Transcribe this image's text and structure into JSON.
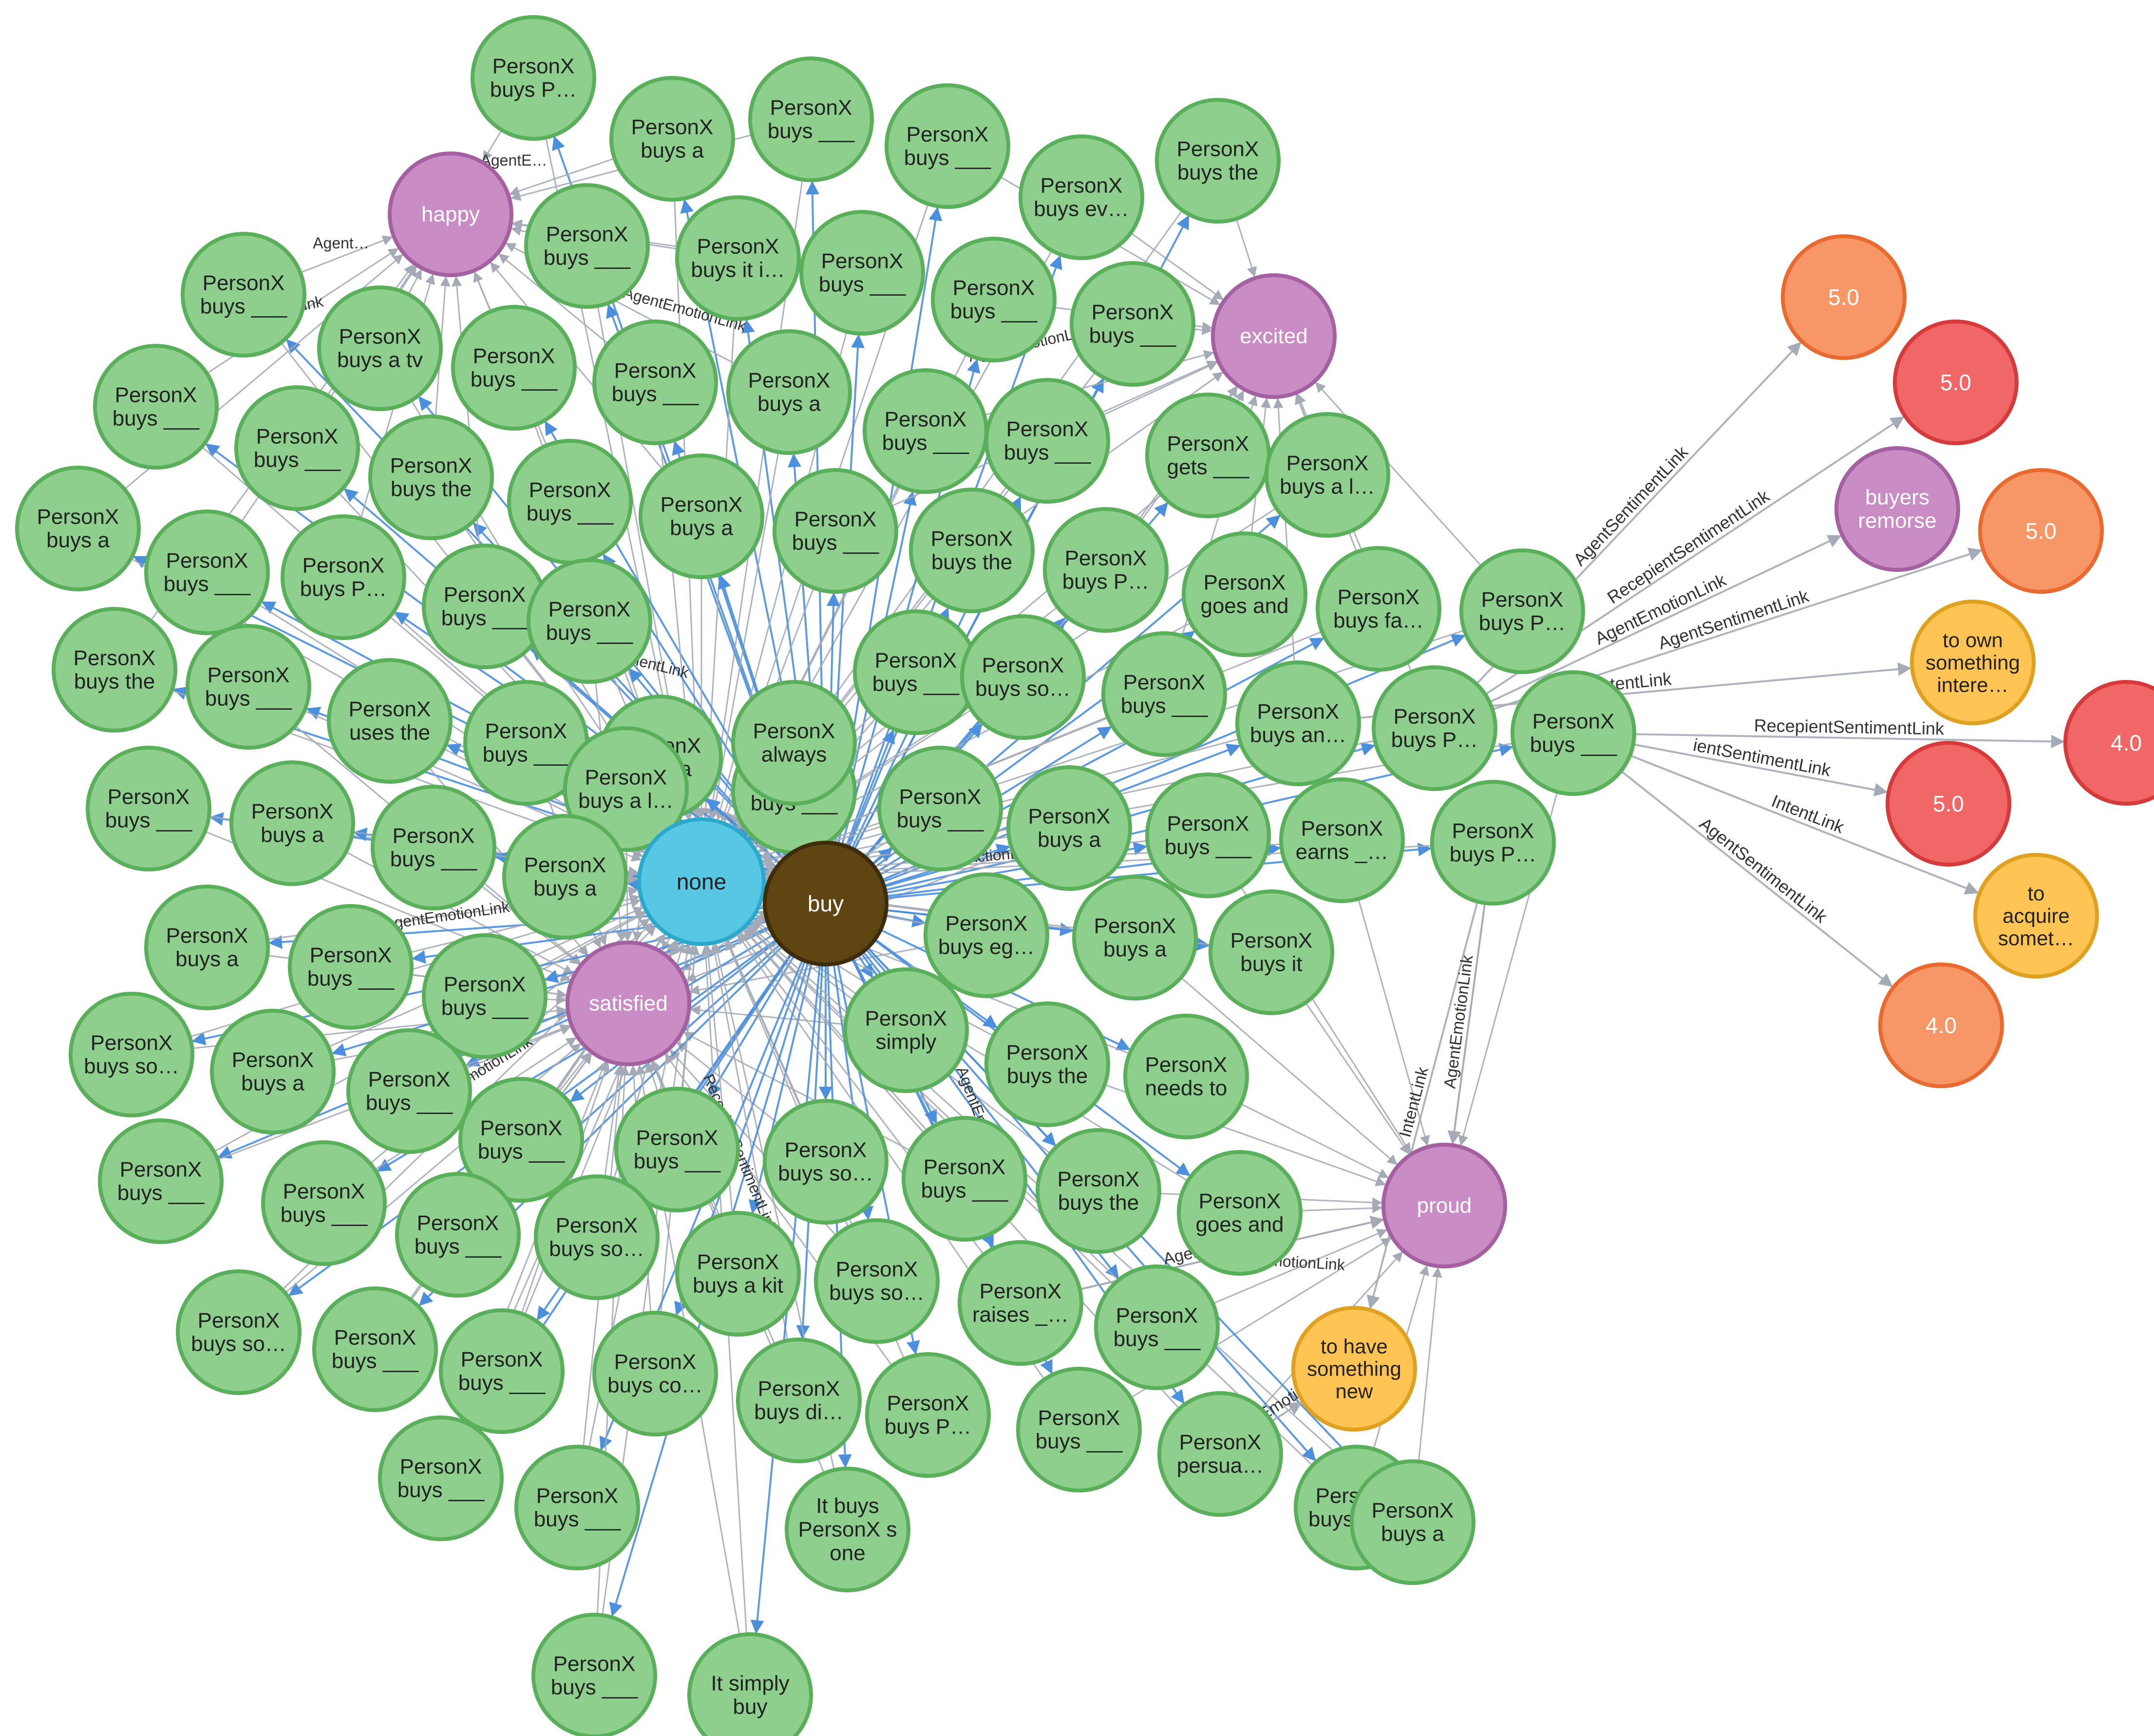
{
  "colors": {
    "event": "#8ecf8e",
    "event_border": "#5ab05a",
    "emotion": "#c98cc4",
    "emotion_border": "#a460a0",
    "hub_none": "#57c7e3",
    "hub_none_border": "#2aa9cc",
    "hub_buy": "#5e4512",
    "hub_buy_border": "#3e2d0a",
    "intent": "#ffc454",
    "intent_border": "#e0a020",
    "score_orange": "#f79767",
    "score_orange_border": "#e86a30",
    "score_red": "#f16667",
    "score_red_border": "#d63b3c",
    "edge_blue": "#4c8fdc",
    "edge_gray": "#a5abb6"
  },
  "hubs": {
    "none": "none",
    "buy": "buy"
  },
  "emotions": {
    "happy": "happy",
    "excited": "excited",
    "satisfied": "satisfied",
    "proud": "proud",
    "buyers_remorse": [
      "buyers",
      "remorse"
    ]
  },
  "intents": {
    "own": [
      "to own",
      "something",
      "intere…"
    ],
    "acquire": [
      "to",
      "acquire",
      "somet…"
    ],
    "new": [
      "to have",
      "something",
      "new"
    ]
  },
  "scores": [
    "5.0",
    "5.0",
    "5.0",
    "4.0",
    "5.0",
    "4.0"
  ],
  "edge_labels": {
    "agent_sentiment": "AgentSentimentLink",
    "recepient_sentiment": "RecepientSentimentLink",
    "agent_emotion": "AgentEmotionLink",
    "intent": "IntentLink",
    "recepient_sentiment_short": "RecepientSentimentLink",
    "agent_emotion_partial": "AgentEmotionLink",
    "action": "ActionLink",
    "agent_emotion_abbrev": "AgentE…",
    "agent_emotion_start": "Agent…",
    "recepient_partial": "RecepientSentimentLink",
    "intent_partial": "IntentLink",
    "ient_sentiment": "ientSentimentLink"
  },
  "events": [
    [
      "PersonX",
      "buys P…"
    ],
    [
      "PersonX",
      "buys a"
    ],
    [
      "PersonX",
      "buys ___"
    ],
    [
      "PersonX",
      "buys ___"
    ],
    [
      "PersonX",
      "buys ev…"
    ],
    [
      "PersonX",
      "buys the"
    ],
    [
      "PersonX",
      "buys ___"
    ],
    [
      "PersonX",
      "buys ___"
    ],
    [
      "PersonX",
      "buys it i…"
    ],
    [
      "PersonX",
      "buys ___"
    ],
    [
      "PersonX",
      "buys ___"
    ],
    [
      "PersonX",
      "buys ___"
    ],
    [
      "PersonX",
      "buys a tv"
    ],
    [
      "PersonX",
      "buys ___"
    ],
    [
      "PersonX",
      "buys ___"
    ],
    [
      "PersonX",
      "buys a"
    ],
    [
      "PersonX",
      "buys ___"
    ],
    [
      "PersonX",
      "buys ___"
    ],
    [
      "PersonX",
      "gets ___"
    ],
    [
      "PersonX",
      "buys a l…"
    ],
    [
      "PersonX",
      "buys ___"
    ],
    [
      "PersonX",
      "buys ___"
    ],
    [
      "PersonX",
      "buys the"
    ],
    [
      "PersonX",
      "buys ___"
    ],
    [
      "PersonX",
      "buys a"
    ],
    [
      "PersonX",
      "buys ___"
    ],
    [
      "PersonX",
      "buys the"
    ],
    [
      "PersonX",
      "buys a"
    ],
    [
      "PersonX",
      "buys ___"
    ],
    [
      "PersonX",
      "buys P…"
    ],
    [
      "PersonX",
      "buys ___"
    ],
    [
      "PersonX",
      "buys P…"
    ],
    [
      "PersonX",
      "goes and"
    ],
    [
      "PersonX",
      "buys fa…"
    ],
    [
      "PersonX",
      "buys P…"
    ],
    [
      "PersonX",
      "buys the"
    ],
    [
      "PersonX",
      "buys ___"
    ],
    [
      "PersonX",
      "uses the"
    ],
    [
      "PersonX",
      "buys ___"
    ],
    [
      "PersonX",
      "buys a"
    ],
    [
      "PersonX",
      "buys ___"
    ],
    [
      "PersonX",
      "buys ___"
    ],
    [
      "PersonX",
      "buys ___"
    ],
    [
      "PersonX",
      "buys so…"
    ],
    [
      "PersonX",
      "buys ___"
    ],
    [
      "PersonX",
      "buys an…"
    ],
    [
      "PersonX",
      "buys P…"
    ],
    [
      "PersonX",
      "buys ___"
    ],
    [
      "PersonX",
      "buys a l…"
    ],
    [
      "PersonX",
      "always"
    ],
    [
      "PersonX",
      "buys ___"
    ],
    [
      "PersonX",
      "buys a"
    ],
    [
      "PersonX",
      "buys ___"
    ],
    [
      "PersonX",
      "buys a"
    ],
    [
      "PersonX",
      "buys ___"
    ],
    [
      "PersonX",
      "buys a"
    ],
    [
      "PersonX",
      "buys ___"
    ],
    [
      "PersonX",
      "earns _…"
    ],
    [
      "PersonX",
      "buys P…"
    ],
    [
      "PersonX",
      "buys a"
    ],
    [
      "PersonX",
      "buys ___"
    ],
    [
      "PersonX",
      "buys eg…"
    ],
    [
      "PersonX",
      "buys a"
    ],
    [
      "PersonX",
      "buys it"
    ],
    [
      "PersonX",
      "buys ___"
    ],
    [
      "PersonX",
      "buys so…"
    ],
    [
      "PersonX",
      "buys a"
    ],
    [
      "PersonX",
      "buys ___"
    ],
    [
      "PersonX",
      "simply"
    ],
    [
      "PersonX",
      "buys the"
    ],
    [
      "PersonX",
      "needs to"
    ],
    [
      "PersonX",
      "buys ___"
    ],
    [
      "PersonX",
      "buys ___"
    ],
    [
      "PersonX",
      "buys ___"
    ],
    [
      "PersonX",
      "buys so…"
    ],
    [
      "PersonX",
      "buys ___"
    ],
    [
      "PersonX",
      "buys the"
    ],
    [
      "PersonX",
      "goes and"
    ],
    [
      "PersonX",
      "buys ___"
    ],
    [
      "PersonX",
      "buys ___"
    ],
    [
      "PersonX",
      "buys so…"
    ],
    [
      "PersonX",
      "buys a kit"
    ],
    [
      "PersonX",
      "buys so…"
    ],
    [
      "PersonX",
      "raises _…"
    ],
    [
      "PersonX",
      "buys ___"
    ],
    [
      "PersonX",
      "buys so…"
    ],
    [
      "PersonX",
      "buys ___"
    ],
    [
      "PersonX",
      "buys ___"
    ],
    [
      "PersonX",
      "buys co…"
    ],
    [
      "PersonX",
      "buys di…"
    ],
    [
      "PersonX",
      "buys P…"
    ],
    [
      "PersonX",
      "buys ___"
    ],
    [
      "PersonX",
      "persua…"
    ],
    [
      "PersonX",
      "buys ap…"
    ],
    [
      "PersonX",
      "buys ___"
    ],
    [
      "PersonX",
      "buys ___"
    ],
    [
      "It buys",
      "PersonX s",
      "one"
    ],
    [
      "PersonX",
      "buys a"
    ],
    [
      "PersonX",
      "buys ___"
    ],
    [
      "It simply",
      "buy"
    ]
  ]
}
